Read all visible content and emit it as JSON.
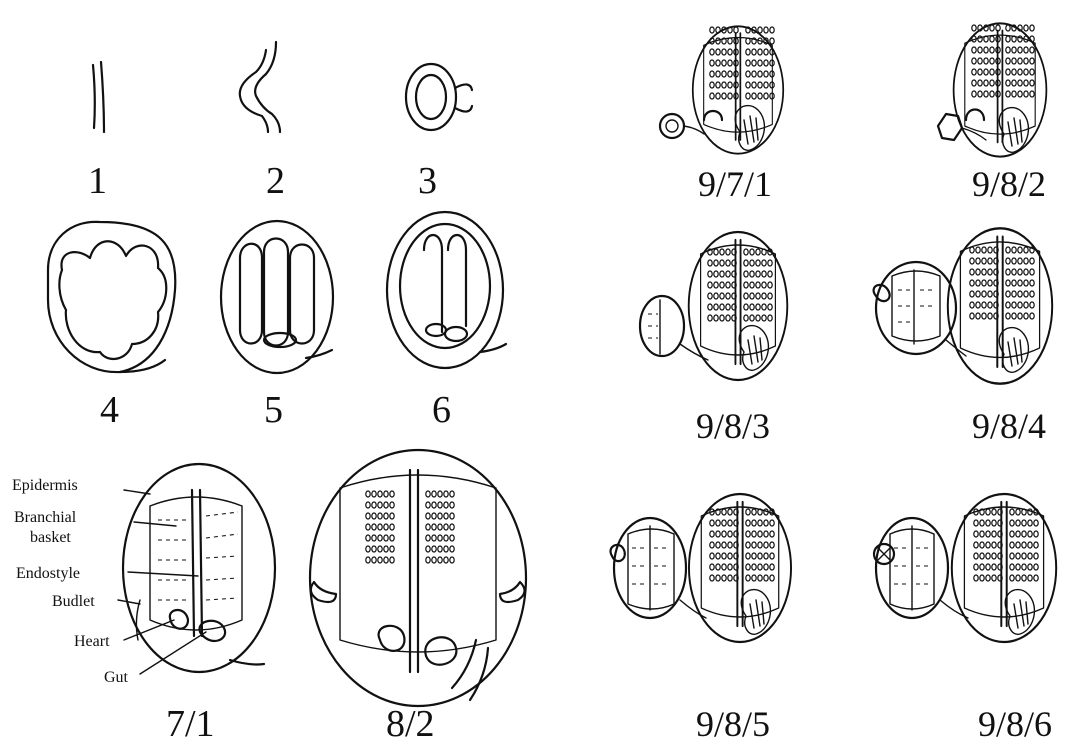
{
  "stages": [
    {
      "id": "1",
      "label": "1"
    },
    {
      "id": "2",
      "label": "2"
    },
    {
      "id": "3",
      "label": "3"
    },
    {
      "id": "4",
      "label": "4"
    },
    {
      "id": "5",
      "label": "5"
    },
    {
      "id": "6",
      "label": "6"
    },
    {
      "id": "7-1",
      "label": "7/1"
    },
    {
      "id": "8-2",
      "label": "8/2"
    },
    {
      "id": "9-7-1",
      "label": "9/7/1"
    },
    {
      "id": "9-8-2",
      "label": "9/8/2"
    },
    {
      "id": "9-8-3",
      "label": "9/8/3"
    },
    {
      "id": "9-8-4",
      "label": "9/8/4"
    },
    {
      "id": "9-8-5",
      "label": "9/8/5"
    },
    {
      "id": "9-8-6",
      "label": "9/8/6"
    }
  ],
  "annotations": {
    "epidermis": "Epidermis",
    "branchial_line1": "Branchial",
    "branchial_line2": "basket",
    "endostyle": "Endostyle",
    "budlet": "Budlet",
    "heart": "Heart",
    "gut": "Gut"
  }
}
